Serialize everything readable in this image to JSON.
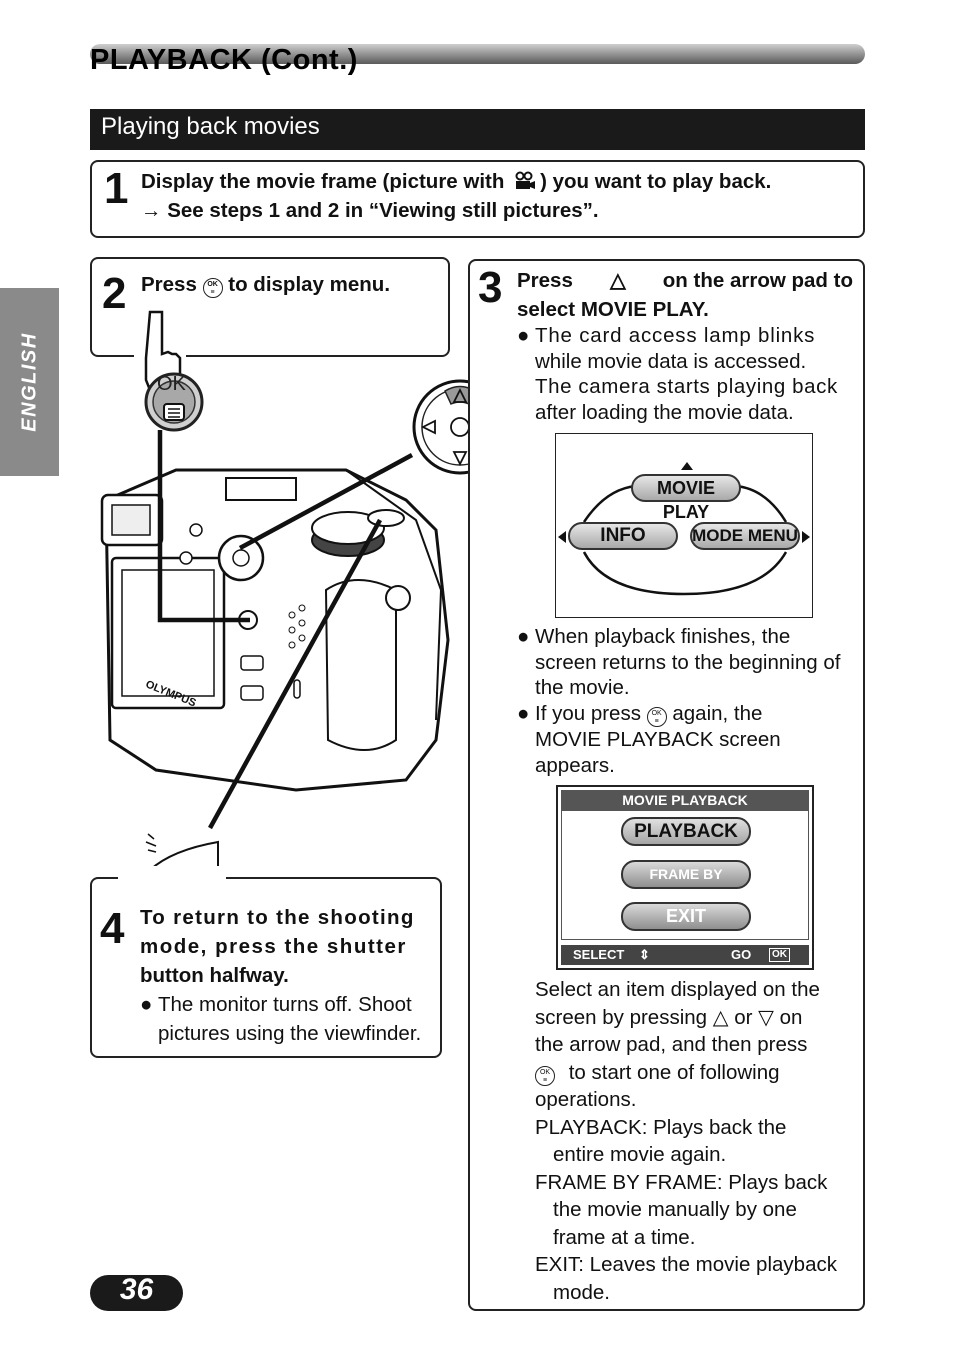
{
  "header": {
    "title": "PLAYBACK (Cont.)"
  },
  "section": {
    "title": "Playing back movies"
  },
  "side_tab": {
    "label": "ENGLISH"
  },
  "page_number": "36",
  "step1": {
    "number": "1",
    "line1_pre": "Display the movie frame (picture with",
    "line1_post": ") you want to play back.",
    "line2": "→ See steps 1 and 2 in “Viewing still pictures”."
  },
  "step2": {
    "number": "2",
    "pre": "Press",
    "post": "to display menu.",
    "button_label": "OK"
  },
  "step3": {
    "number": "3",
    "line1_pre": "Press",
    "line1_post": "on the arrow pad to",
    "line2": "select MOVIE PLAY.",
    "bullet1": [
      "The card access lamp blinks",
      "while movie data is accessed.",
      "The camera starts playing back",
      "after loading the movie data."
    ],
    "bullet2": [
      "When playback finishes, the",
      "screen returns to the beginning of",
      "the movie."
    ],
    "bullet3_pre": "If you press",
    "bullet3_post": "again, the",
    "bullet3_rest": [
      "MOVIE PLAYBACK screen",
      "appears."
    ],
    "para_a": "Select an item displayed on the",
    "para_b_pre": "screen by pressing",
    "para_b_mid": "or",
    "para_b_post": "on",
    "para_c": "the arrow pad, and then press",
    "para_d": "to start one of following",
    "para_e": "operations.",
    "ops": [
      [
        "PLAYBACK: Plays back the",
        "entire movie again."
      ],
      [
        "FRAME BY FRAME: Plays back",
        "the movie manually by one",
        "frame at a time."
      ],
      [
        "EXIT: Leaves the movie playback",
        "mode."
      ]
    ]
  },
  "step4": {
    "number": "4",
    "lines": [
      "To return to the shooting",
      "mode, press the shutter",
      "button halfway."
    ],
    "bullet": [
      "The monitor turns off. Shoot",
      "pictures using the viewfinder."
    ]
  },
  "menu_screen": {
    "top": "MOVIE PLAY",
    "left": "INFO",
    "right": "MODE MENU"
  },
  "playback_screen": {
    "title": "MOVIE PLAYBACK",
    "items": [
      "PLAYBACK",
      "FRAME BY FRAME",
      "EXIT"
    ],
    "footer_left": "SELECT",
    "footer_right": "GO",
    "ok": "OK"
  },
  "camera": {
    "brand": "OLYMPUS"
  },
  "icons": {
    "ok_button": "ok-menu-icon",
    "movie": "movie-icon",
    "arrow_up": "triangle-up-icon",
    "arrow_down": "triangle-down-icon"
  }
}
